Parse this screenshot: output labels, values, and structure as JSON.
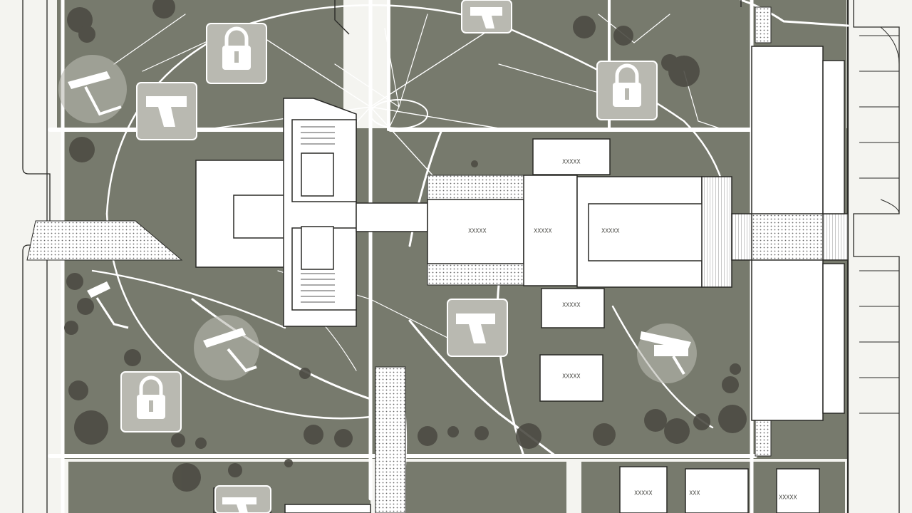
{
  "map": {
    "colors": {
      "green": "#777a6d",
      "road": "#ffffff",
      "building": "#ffffff",
      "outline": "#2a2a27",
      "tree": "#4c4b43",
      "icon_fill": "#b9b9b1"
    },
    "icons": [
      {
        "name": "security-camera-icon"
      },
      {
        "name": "gun-icon"
      },
      {
        "name": "padlock-icon"
      }
    ],
    "building_labels": [
      "XXXXX",
      "XXXXX",
      "XXXXX",
      "XXXXX",
      "XXXXX",
      "XXXXX",
      "XXXXX",
      "XXX",
      "XXXXX"
    ]
  }
}
